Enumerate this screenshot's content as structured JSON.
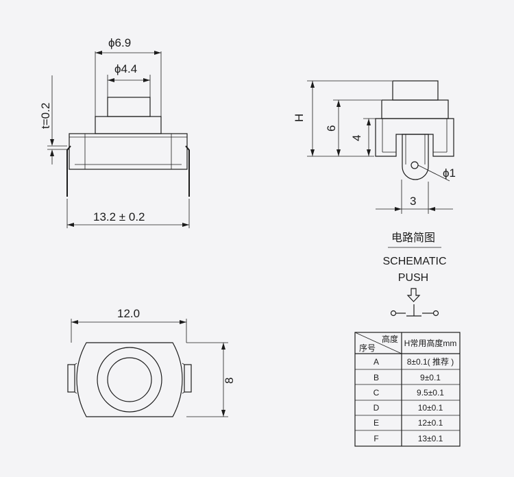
{
  "side_view": {
    "outer_diameter_label": "ϕ6.9",
    "inner_diameter_label": "ϕ4.4",
    "thickness_label": "t=0.2",
    "width_label": "13.2 ± 0.2"
  },
  "bottom_view": {
    "width_label": "12.0",
    "height_label": "8"
  },
  "profile_view": {
    "h_label": "H",
    "six_label": "6",
    "four_label": "4",
    "pin_diameter_label": "ϕ1",
    "pin_offset_label": "3"
  },
  "schematic": {
    "title_cn": "电路简图",
    "title_en": "SCHEMATIC",
    "subtitle": "PUSH"
  },
  "height_table": {
    "corner_top": "高度",
    "corner_bottom": "序号",
    "header": "H常用高度mm",
    "rows": [
      {
        "id": "A",
        "value": "8±0.1( 推荐 )"
      },
      {
        "id": "B",
        "value": "9±0.1"
      },
      {
        "id": "C",
        "value": "9.5±0.1"
      },
      {
        "id": "D",
        "value": "10±0.1"
      },
      {
        "id": "E",
        "value": "12±0.1"
      },
      {
        "id": "F",
        "value": "13±0.1"
      }
    ]
  }
}
